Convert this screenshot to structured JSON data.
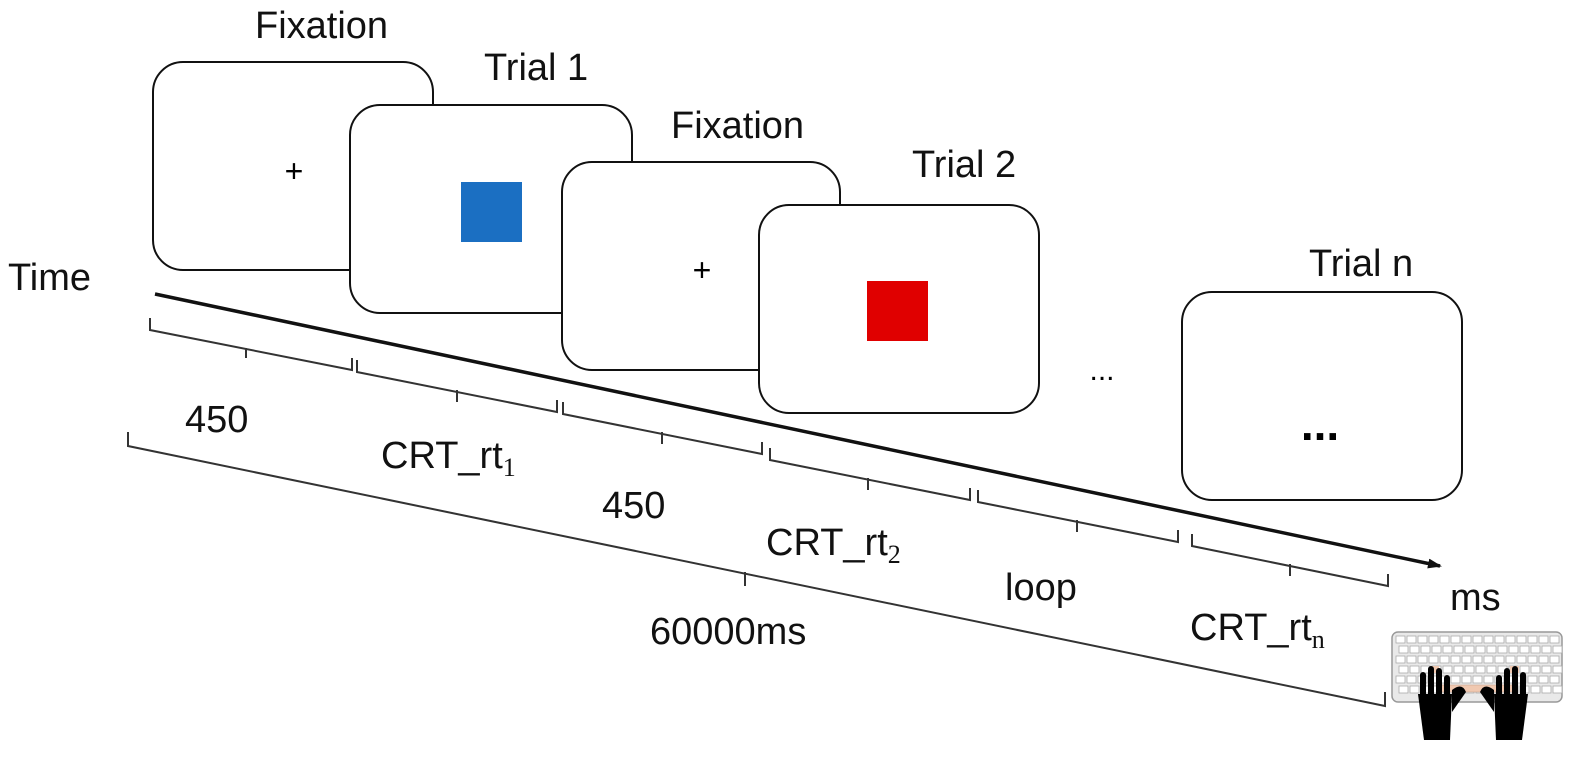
{
  "axis": {
    "time_label": "Time",
    "unit_label": "ms"
  },
  "screens": [
    {
      "label": "Fixation",
      "content": "+"
    },
    {
      "label": "Trial 1",
      "stimulus_color": "#1b6fc2"
    },
    {
      "label": "Fixation",
      "content": "+"
    },
    {
      "label": "Trial 2",
      "stimulus_color": "#e00000"
    },
    {
      "label": "Trial n",
      "content": "..."
    }
  ],
  "between_ellipsis": "...",
  "segments": [
    {
      "text": "450"
    },
    {
      "text": "CRT_rt",
      "sub": "1"
    },
    {
      "text": "450"
    },
    {
      "text": "CRT_rt",
      "sub": "2"
    },
    {
      "text": "loop"
    },
    {
      "text": "CRT_rt",
      "sub": "n"
    }
  ],
  "total_duration": "60000ms",
  "response_device": "keyboard-hands-icon"
}
